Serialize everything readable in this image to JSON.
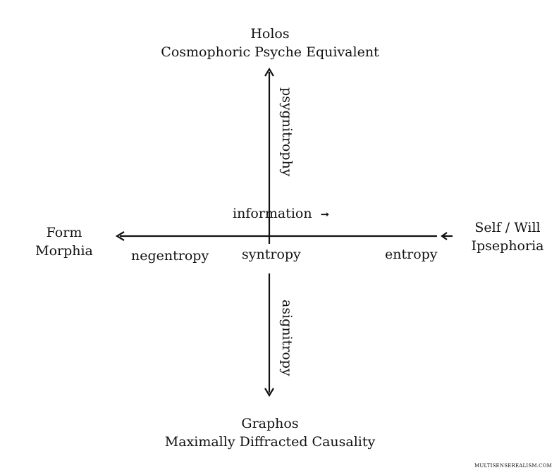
{
  "top": {
    "line1": "Holos",
    "line2": "Cosmophoric Psyche Equivalent"
  },
  "bottom": {
    "line1": "Graphos",
    "line2": "Maximally Diffracted Causality"
  },
  "left": {
    "line1": "Form",
    "line2": "Morphia"
  },
  "right": {
    "line1": "Self / Will",
    "line2": "Ipsephoria"
  },
  "axis_labels": {
    "information": "information",
    "information_arrow": "➞",
    "negentropy": "negentropy",
    "syntropy": "syntropy",
    "entropy": "entropy",
    "psygnitrophy": "psygnitrophy",
    "asignitropy": "asignitropy"
  },
  "watermark": "MULTISENSEREALISM.COM",
  "colors": {
    "ink": "#111111",
    "background": "#ffffff"
  }
}
